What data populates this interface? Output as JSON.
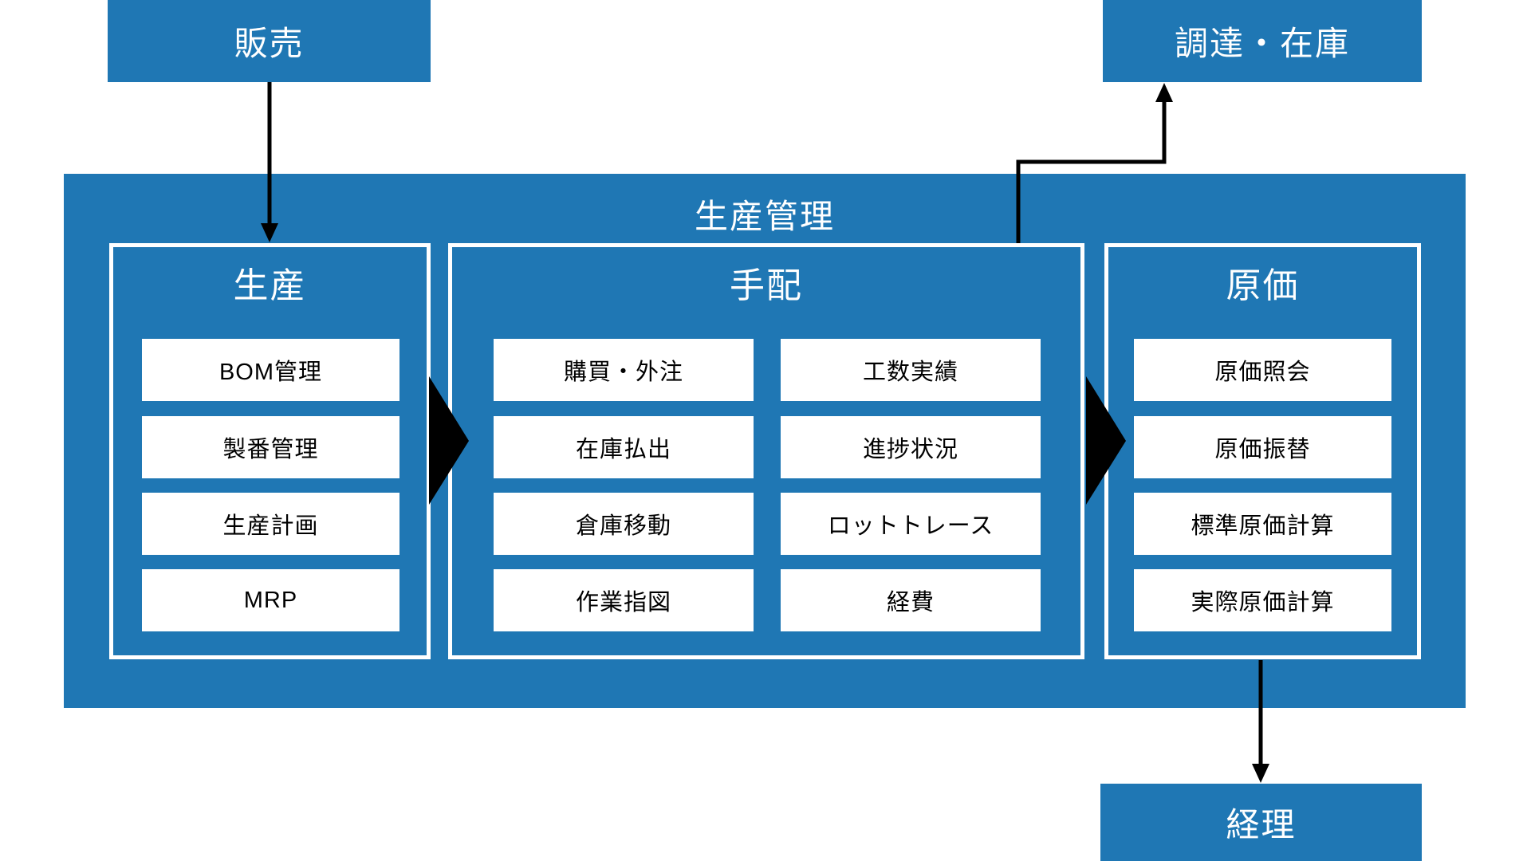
{
  "diagram": {
    "external_nodes": {
      "sales": {
        "label": "販売"
      },
      "procurement_inventory": {
        "label": "調達・在庫"
      },
      "accounting": {
        "label": "経理"
      }
    },
    "container": {
      "title": "生産管理"
    },
    "sections": {
      "production": {
        "title": "生産",
        "items": [
          "BOM管理",
          "製番管理",
          "生産計画",
          "MRP"
        ]
      },
      "arrangement": {
        "title": "手配",
        "items_left": [
          "購買・外注",
          "在庫払出",
          "倉庫移動",
          "作業指図"
        ],
        "items_right": [
          "工数実績",
          "進捗状況",
          "ロットトレース",
          "経費"
        ]
      },
      "cost": {
        "title": "原価",
        "items": [
          "原価照会",
          "原価振替",
          "標準原価計算",
          "実際原価計算"
        ]
      }
    },
    "arrows": [
      {
        "name": "sales-to-production",
        "from": "販売",
        "to": "生産"
      },
      {
        "name": "arrangement-to-procurement",
        "from": "手配",
        "to": "調達・在庫"
      },
      {
        "name": "cost-to-accounting",
        "from": "原価",
        "to": "経理"
      },
      {
        "name": "production-to-arrangement-flow",
        "from": "生産",
        "to": "手配"
      },
      {
        "name": "arrangement-to-cost-flow",
        "from": "手配",
        "to": "原価"
      }
    ],
    "colors": {
      "primary_blue": "#1f77b4",
      "box_white": "#ffffff",
      "item_text_black": "#000000",
      "arrow_black": "#000000"
    }
  }
}
